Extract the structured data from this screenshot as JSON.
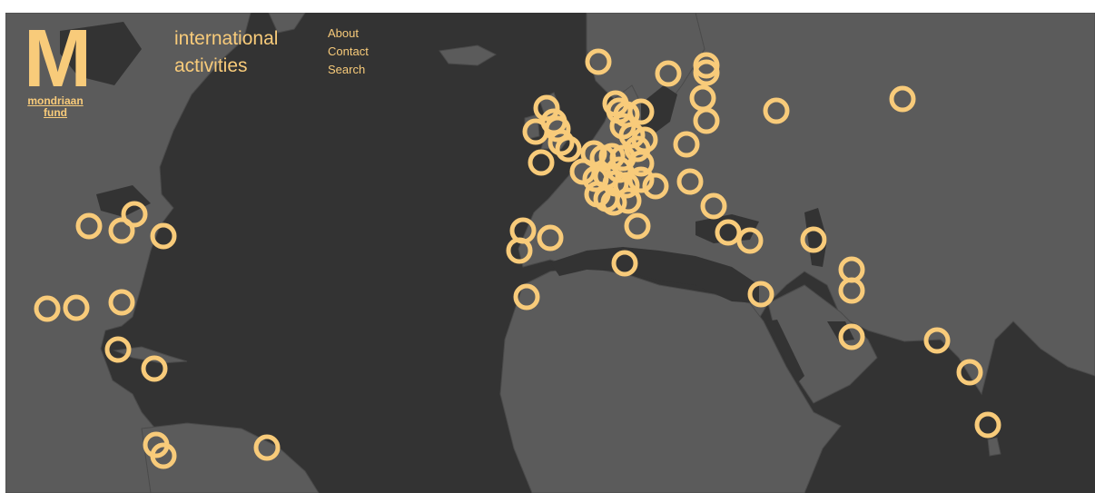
{
  "brand": {
    "mark": "M",
    "name": "mondriaan fund",
    "accent": "#f8cb7a"
  },
  "title": {
    "line1": "international",
    "line2": "activities"
  },
  "nav": {
    "items": [
      {
        "label": "About"
      },
      {
        "label": "Contact"
      },
      {
        "label": "Search"
      }
    ]
  },
  "map": {
    "background_color": "#333333",
    "land_color": "#5b5b5b",
    "marker_color": "#f8cb7a",
    "marker_icon": "ring-marker",
    "marker_count": 90
  }
}
